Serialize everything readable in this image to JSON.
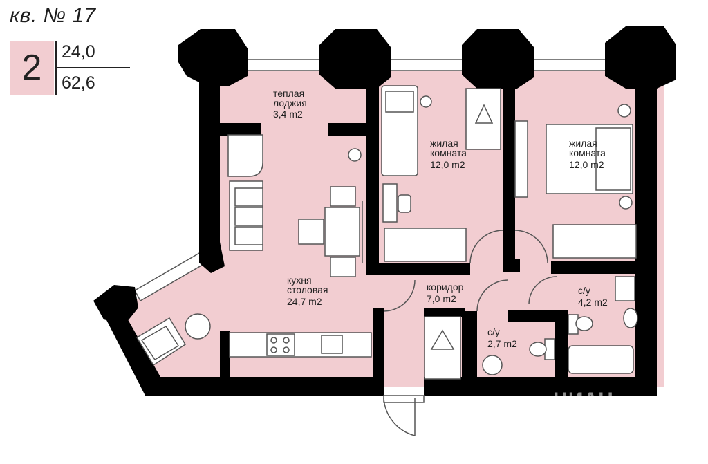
{
  "header": {
    "title": "кв. № 17",
    "rooms": "2",
    "living_area": "24,0",
    "total_area": "62,6"
  },
  "rooms": [
    {
      "id": "loggia",
      "line1": "теплая",
      "line2": "лоджия",
      "area": "3,4 m2"
    },
    {
      "id": "living1",
      "line1": "жилая",
      "line2": "комната",
      "area": "12,0 m2"
    },
    {
      "id": "living2",
      "line1": "жилая",
      "line2": "комната",
      "area": "12,0 m2"
    },
    {
      "id": "kitchen",
      "line1": "кухня",
      "line2": "столовая",
      "area": "24,7 m2"
    },
    {
      "id": "corridor",
      "line1": "коридор",
      "area": "7,0 m2"
    },
    {
      "id": "bath1",
      "line1": "с/у",
      "area": "2,7 m2"
    },
    {
      "id": "bath2",
      "line1": "с/у",
      "area": "4,2 m2"
    }
  ],
  "colors": {
    "floor": "#f2cdd1",
    "wall": "#000000",
    "furniture": "#ffffff"
  },
  "watermark": "ЦИАН"
}
